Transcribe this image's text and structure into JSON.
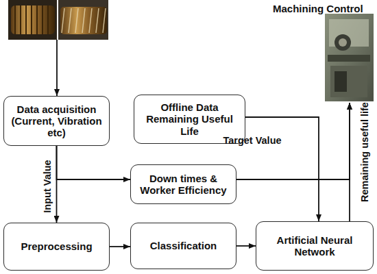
{
  "diagram": {
    "nodes": [
      {
        "text": [
          "Machining Control"
        ]
      },
      {
        "text": [
          "Data acquisition (Current, Vibration etc)"
        ]
      },
      {
        "text": [
          "Offline Data Remaining Useful Life"
        ]
      },
      {
        "text": [
          "Down times & Worker Efficiency"
        ]
      },
      {
        "text": [
          "Preprocessing"
        ]
      },
      {
        "text": [
          "Classification"
        ]
      },
      {
        "text": [
          "Artificial Neural Network"
        ]
      }
    ],
    "edges": [
      {
        "from": 1,
        "to": 4,
        "label": "Input Value",
        "arrow": "to"
      },
      {
        "from": 1,
        "to": 3,
        "arrow": "to"
      },
      {
        "from": 3,
        "to": 0,
        "arrow": "to"
      },
      {
        "from": 2,
        "to": 6,
        "label": "Target Value",
        "arrow": "to"
      },
      {
        "from": 4,
        "to": 5,
        "arrow": "to"
      },
      {
        "from": 5,
        "to": 6,
        "arrow": "to"
      },
      {
        "from": 6,
        "to": 0,
        "label": "Remaining useful life",
        "arrow": "to"
      }
    ]
  }
}
